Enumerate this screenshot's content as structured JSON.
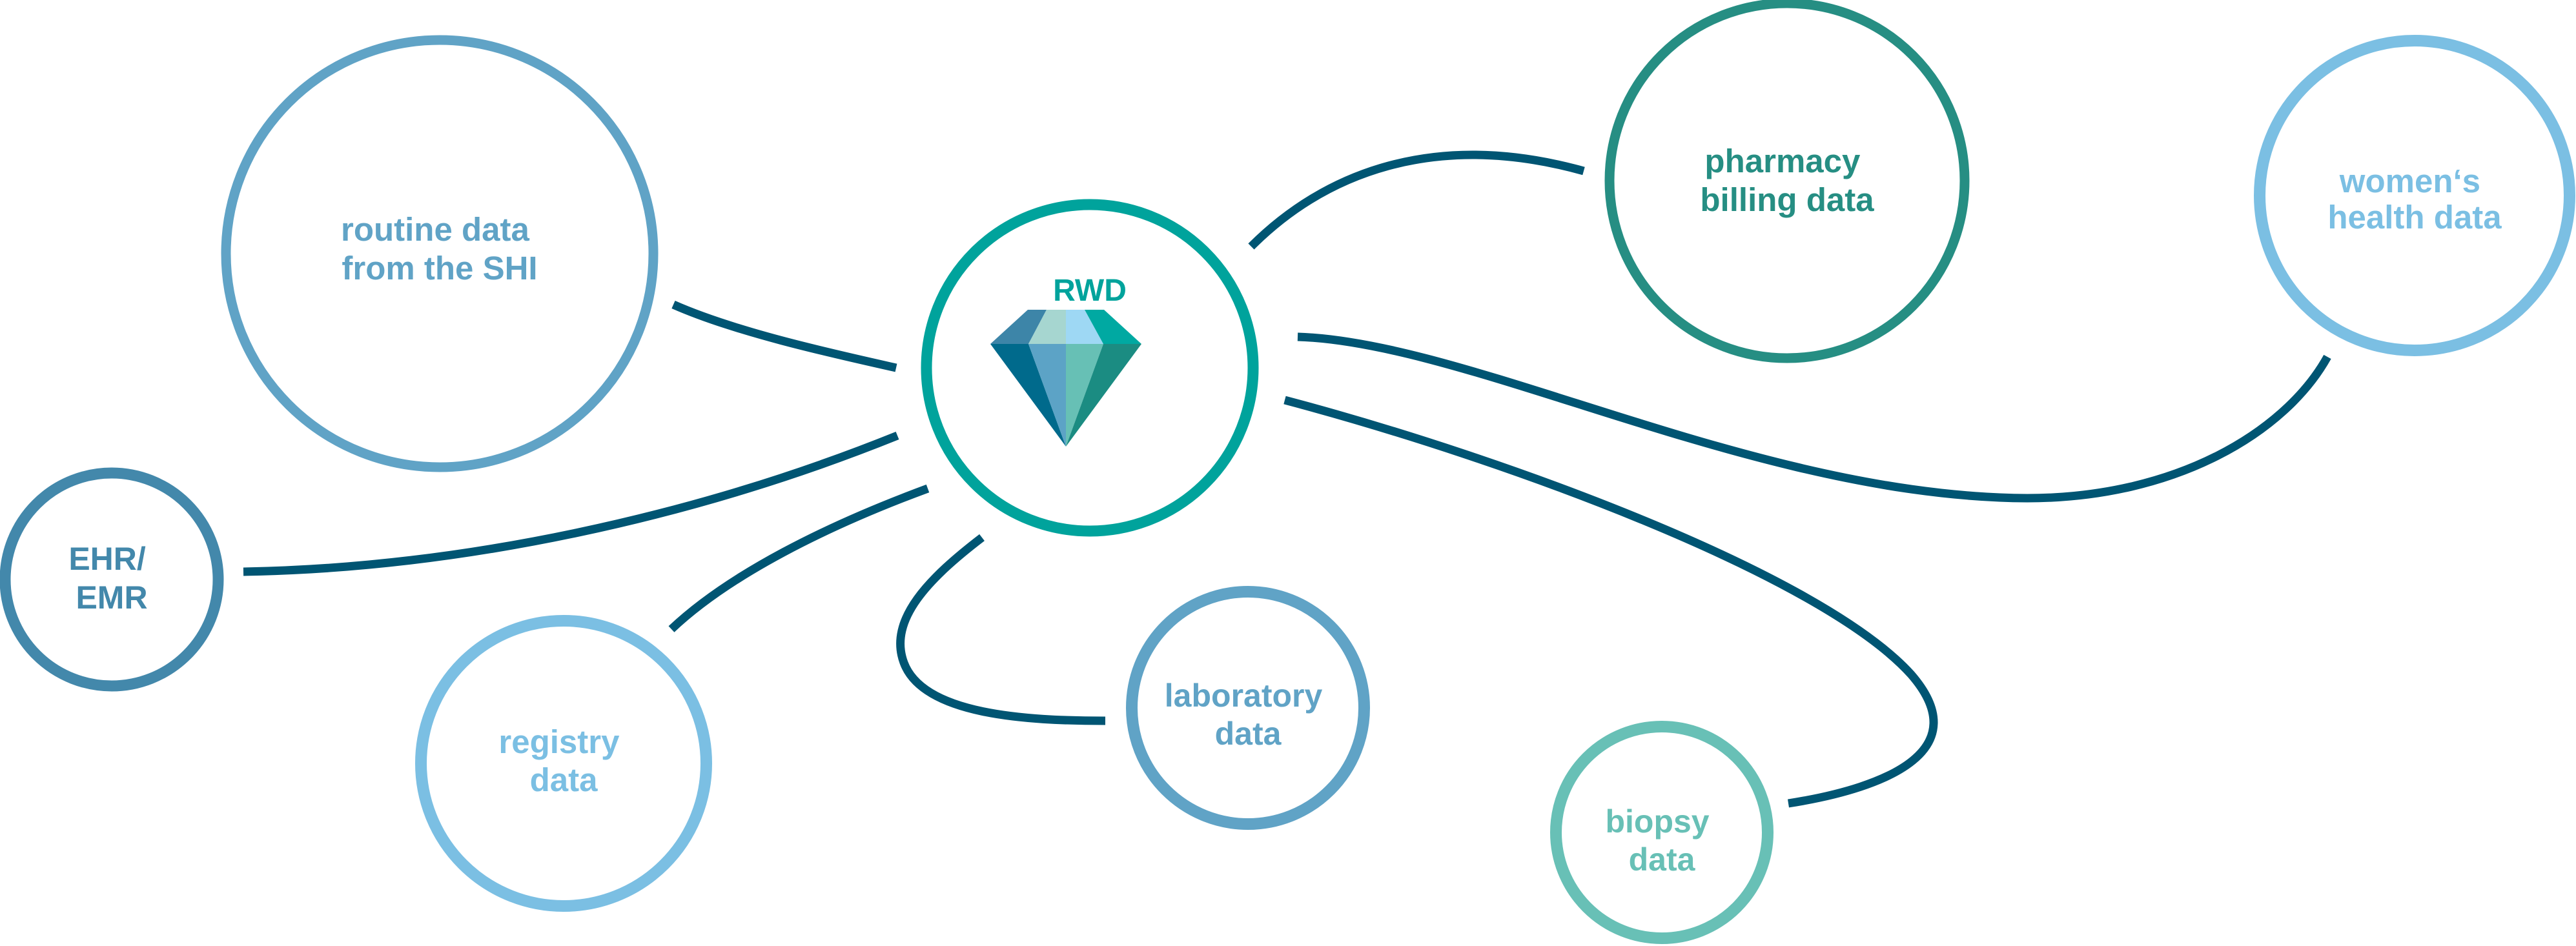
{
  "center": {
    "label": "RWD",
    "color": "#00a39c",
    "icon": "diamond-icon",
    "gem_facets": {
      "top_left": "#3d85a8",
      "top_mid_left": "#a6d6d0",
      "top_mid_right": "#9ed8f4",
      "top_right": "#00a9a2",
      "bottom_left": "#006a8c",
      "bottom_mid_left": "#5ca3c6",
      "bottom_mid_right": "#67c0b5",
      "bottom_right": "#1b8c82"
    }
  },
  "connector_color": "#005573",
  "nodes": [
    {
      "id": "shi",
      "lines": [
        "routine data",
        "from the SHI"
      ],
      "color": "#60a3c6"
    },
    {
      "id": "pharmacy",
      "lines": [
        "pharmacy",
        "billing data"
      ],
      "color": "#268e83"
    },
    {
      "id": "womens",
      "lines": [
        "women‘s",
        "health data"
      ],
      "color": "#7bbfe3"
    },
    {
      "id": "ehr",
      "lines": [
        "EHR/",
        "EMR"
      ],
      "color": "#4388ab"
    },
    {
      "id": "registry",
      "lines": [
        "registry",
        "data"
      ],
      "color": "#7bbfe3"
    },
    {
      "id": "laboratory",
      "lines": [
        "laboratory",
        "data"
      ],
      "color": "#60a3c6"
    },
    {
      "id": "biopsy",
      "lines": [
        "biopsy",
        "data"
      ],
      "color": "#68c0b6"
    }
  ]
}
